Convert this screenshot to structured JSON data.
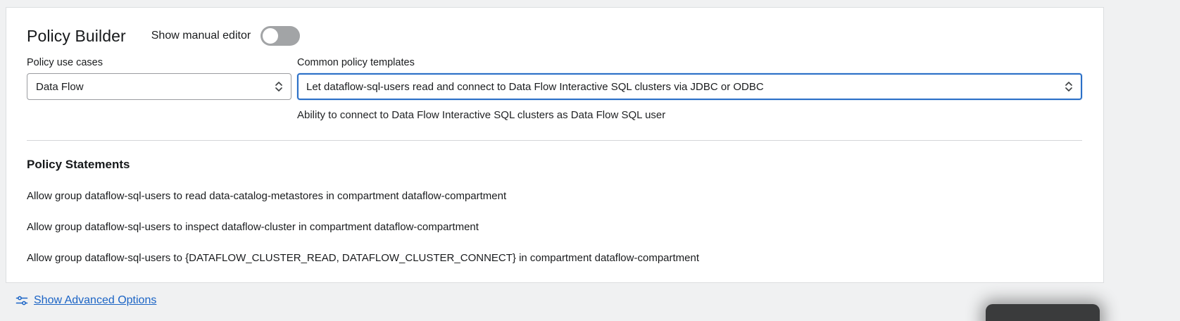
{
  "header": {
    "title": "Policy Builder",
    "manual_editor_label": "Show manual editor",
    "manual_editor_state": "off"
  },
  "use_cases": {
    "label": "Policy use cases",
    "selected": "Data Flow"
  },
  "templates": {
    "label": "Common policy templates",
    "selected": "Let dataflow-sql-users read and connect to Data Flow Interactive SQL clusters via JDBC or ODBC",
    "description": "Ability to connect to Data Flow Interactive SQL clusters as Data Flow SQL user"
  },
  "policy_statements": {
    "heading": "Policy Statements",
    "statements": [
      "Allow group dataflow-sql-users to read data-catalog-metastores in compartment dataflow-compartment",
      "Allow group dataflow-sql-users to inspect dataflow-cluster in compartment dataflow-compartment",
      "Allow group dataflow-sql-users to {DATAFLOW_CLUSTER_READ, DATAFLOW_CLUSTER_CONNECT} in compartment dataflow-compartment"
    ]
  },
  "footer": {
    "advanced_options_label": "Show Advanced Options"
  },
  "icons": {
    "select_chevron": "updown-chevron-icon",
    "advanced_options": "sliders-icon"
  },
  "colors": {
    "focus_border": "#2a6fc7",
    "link_blue": "#1b64c5",
    "toggle_off": "#a2a4a6",
    "card_bg": "#ffffff",
    "page_bg": "#f0f1f2"
  }
}
